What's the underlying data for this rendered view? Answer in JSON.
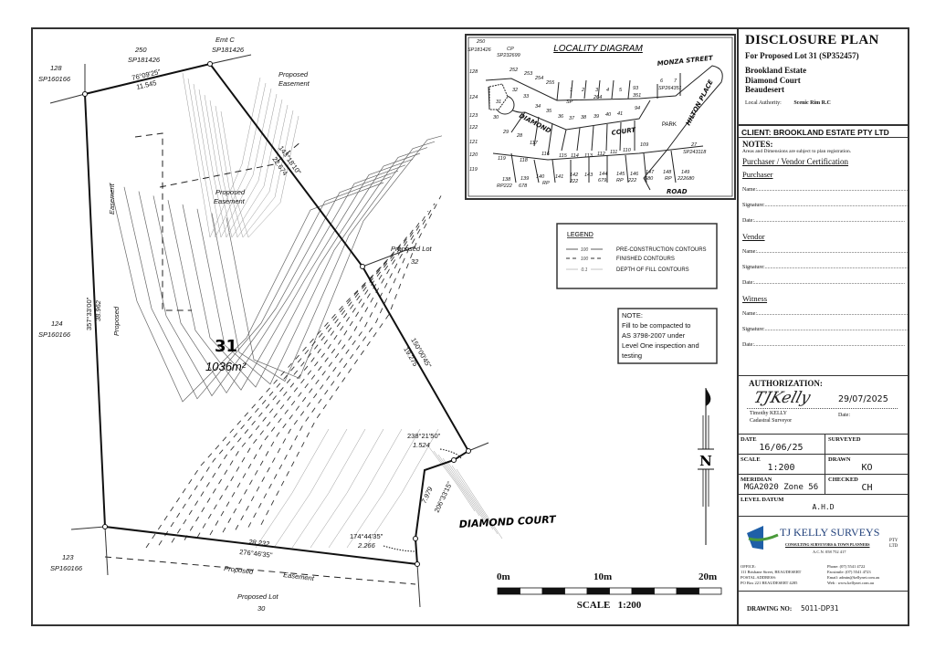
{
  "title_block": {
    "title": "DISCLOSURE PLAN",
    "subtitle": "For Proposed Lot 31 (SP352457)",
    "address": [
      "Brookland Estate",
      "Diamond Court",
      "Beaudesert"
    ],
    "local_authority_label": "Local Authority:",
    "local_authority": "Scenic Rim R.C",
    "client": "CLIENT: BROOKLAND ESTATE PTY LTD",
    "notes_heading": "NOTES:",
    "notes_text": "Areas and Dimensions are subject to plan registration.",
    "certification_heading": "Purchaser / Vendor Certification",
    "parties": [
      {
        "heading": "Purchaser",
        "fields": [
          "Name:",
          "Signature:",
          "Date:"
        ]
      },
      {
        "heading": "Vendor",
        "fields": [
          "Name:",
          "Signature:",
          "Date:"
        ]
      },
      {
        "heading": "Witness",
        "fields": [
          "Name:",
          "Signature:",
          "Date:"
        ]
      }
    ],
    "authorization": {
      "heading": "AUTHORIZATION:",
      "signature": "TJKelly",
      "date": "29/07/2025",
      "name": "Timothy KELLY",
      "role": "Cadastral Surveyor",
      "date_label": "Date:"
    },
    "details": {
      "date_label": "DATE",
      "date": "16/06/25",
      "surveyed_label": "SURVEYED",
      "surveyed": "",
      "scale_label": "SCALE",
      "scale": "1:200",
      "drawn_label": "DRAWN",
      "drawn": "KO",
      "meridian_label": "MERIDIAN",
      "meridian": "MGA2020 Zone 56",
      "checked_label": "CHECKED",
      "checked": "CH",
      "level_datum_label": "LEVEL DATUM",
      "level_datum": "A.H.D"
    },
    "company": {
      "name": "TJ KELLY SURVEYS",
      "suffix": "PTY LTD",
      "tagline": "CONSULTING SURVEYORS & TOWN PLANNERS",
      "acn": "A.C.N. 058 752 417",
      "office_lines": [
        "OFFICE:",
        "111 Brisbane Street, BEAUDESERT",
        "POSTAL ADDRESS:",
        "PO Box 221 BEAUDESERT 4285"
      ],
      "contact_lines": [
        "Phone: (07) 5541 4722",
        "Facsimile: (07) 5541 4723",
        "Email: admin@kellynet.com.au",
        "Web : www.kellynet.com.au"
      ],
      "logo_color": "#1f5fa8",
      "logo_accent": "#4a9a3a"
    },
    "drawing_no_label": "DRAWING NO:",
    "drawing_no": "5011-DP31"
  },
  "locality": {
    "title": "LOCALITY DIAGRAM",
    "streets": [
      "MONZA STREET",
      "DIAMOND",
      "COURT",
      "HILTON PLACE",
      "ROAD"
    ],
    "park": "PARK",
    "lots": [
      "250",
      "SP181426",
      "CP",
      "SP232699",
      "128",
      "124",
      "123",
      "122",
      "121",
      "120",
      "119",
      "252",
      "253",
      "254",
      "255",
      "32",
      "33",
      "34",
      "35",
      "36",
      "37",
      "38",
      "39",
      "40",
      "41",
      "94",
      "1",
      "2",
      "3",
      "4",
      "5",
      "93",
      "351",
      "30",
      "29",
      "28",
      "117",
      "116",
      "115",
      "114",
      "113",
      "112",
      "111",
      "110",
      "109",
      "119",
      "118",
      "138",
      "RP222",
      "139",
      "678",
      "140",
      "RP",
      "141",
      "142",
      "222",
      "143",
      "144",
      "679",
      "145",
      "RP",
      "146",
      "222",
      "147",
      "680",
      "148",
      "RP",
      "149",
      "222680",
      "6",
      "7",
      "SP264351",
      "27",
      "SP243118",
      "31",
      "SP",
      "264"
    ]
  },
  "legend": {
    "title": "LEGEND",
    "items": [
      {
        "label": "PRE-CONSTRUCTION CONTOURS",
        "style": "solid",
        "sample": "100"
      },
      {
        "label": "FINISHED CONTOURS",
        "style": "dashed",
        "sample": "100"
      },
      {
        "label": "DEPTH OF FILL CONTOURS",
        "style": "thin",
        "sample": "0.1"
      }
    ]
  },
  "note": {
    "heading": "NOTE:",
    "lines": [
      "Fill to be compacted to",
      "AS 3798-2007 under",
      "Level One inspection and",
      "testing"
    ]
  },
  "plan": {
    "lot_number": "31",
    "lot_area": "1036m²",
    "neighbours": [
      {
        "lot": "250",
        "plan": "SP181426"
      },
      {
        "lot": "Emt C",
        "plan": "SP181426"
      },
      {
        "lot": "128",
        "plan": "SP160166"
      },
      {
        "lot": "124",
        "plan": "SP160166"
      },
      {
        "lot": "123",
        "plan": "SP160166"
      },
      {
        "lot": "Proposed Lot",
        "plan": "32"
      },
      {
        "lot": "Proposed Lot",
        "plan": "30"
      }
    ],
    "boundaries": [
      {
        "bearing": "76°09'25\"",
        "distance": "11.545"
      },
      {
        "bearing": "143°18'10\"",
        "distance": "22.674"
      },
      {
        "bearing": "150°00'45\"",
        "distance": "19.275"
      },
      {
        "bearing": "238°21'50\"",
        "distance": "1.524"
      },
      {
        "bearing": "206°33'15\"",
        "distance": "7.979"
      },
      {
        "bearing": "174°44'35\"",
        "distance": "2.266"
      },
      {
        "bearing": "276°46'35\"",
        "distance": "28.232"
      },
      {
        "bearing": "357°33'00\"",
        "distance": "38.962"
      }
    ],
    "easement_labels": [
      "Proposed",
      "Easement"
    ],
    "road": "DIAMOND COURT",
    "north": "N",
    "scale_bar": {
      "ticks": [
        "0m",
        "10m",
        "20m"
      ],
      "label": "SCALE   1:200"
    }
  }
}
